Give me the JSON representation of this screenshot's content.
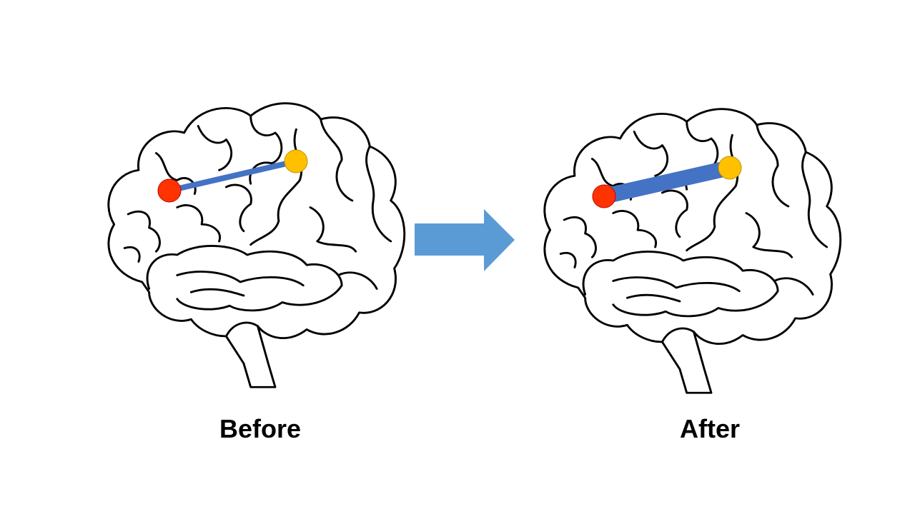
{
  "labels": {
    "before": "Before",
    "after": "After"
  },
  "colors": {
    "node_a": "#ff3300",
    "node_b": "#ffc000",
    "connection": "#4472c4",
    "arrow": "#5b9bd5"
  },
  "connection_strength": {
    "before": "weak",
    "after": "strong"
  }
}
